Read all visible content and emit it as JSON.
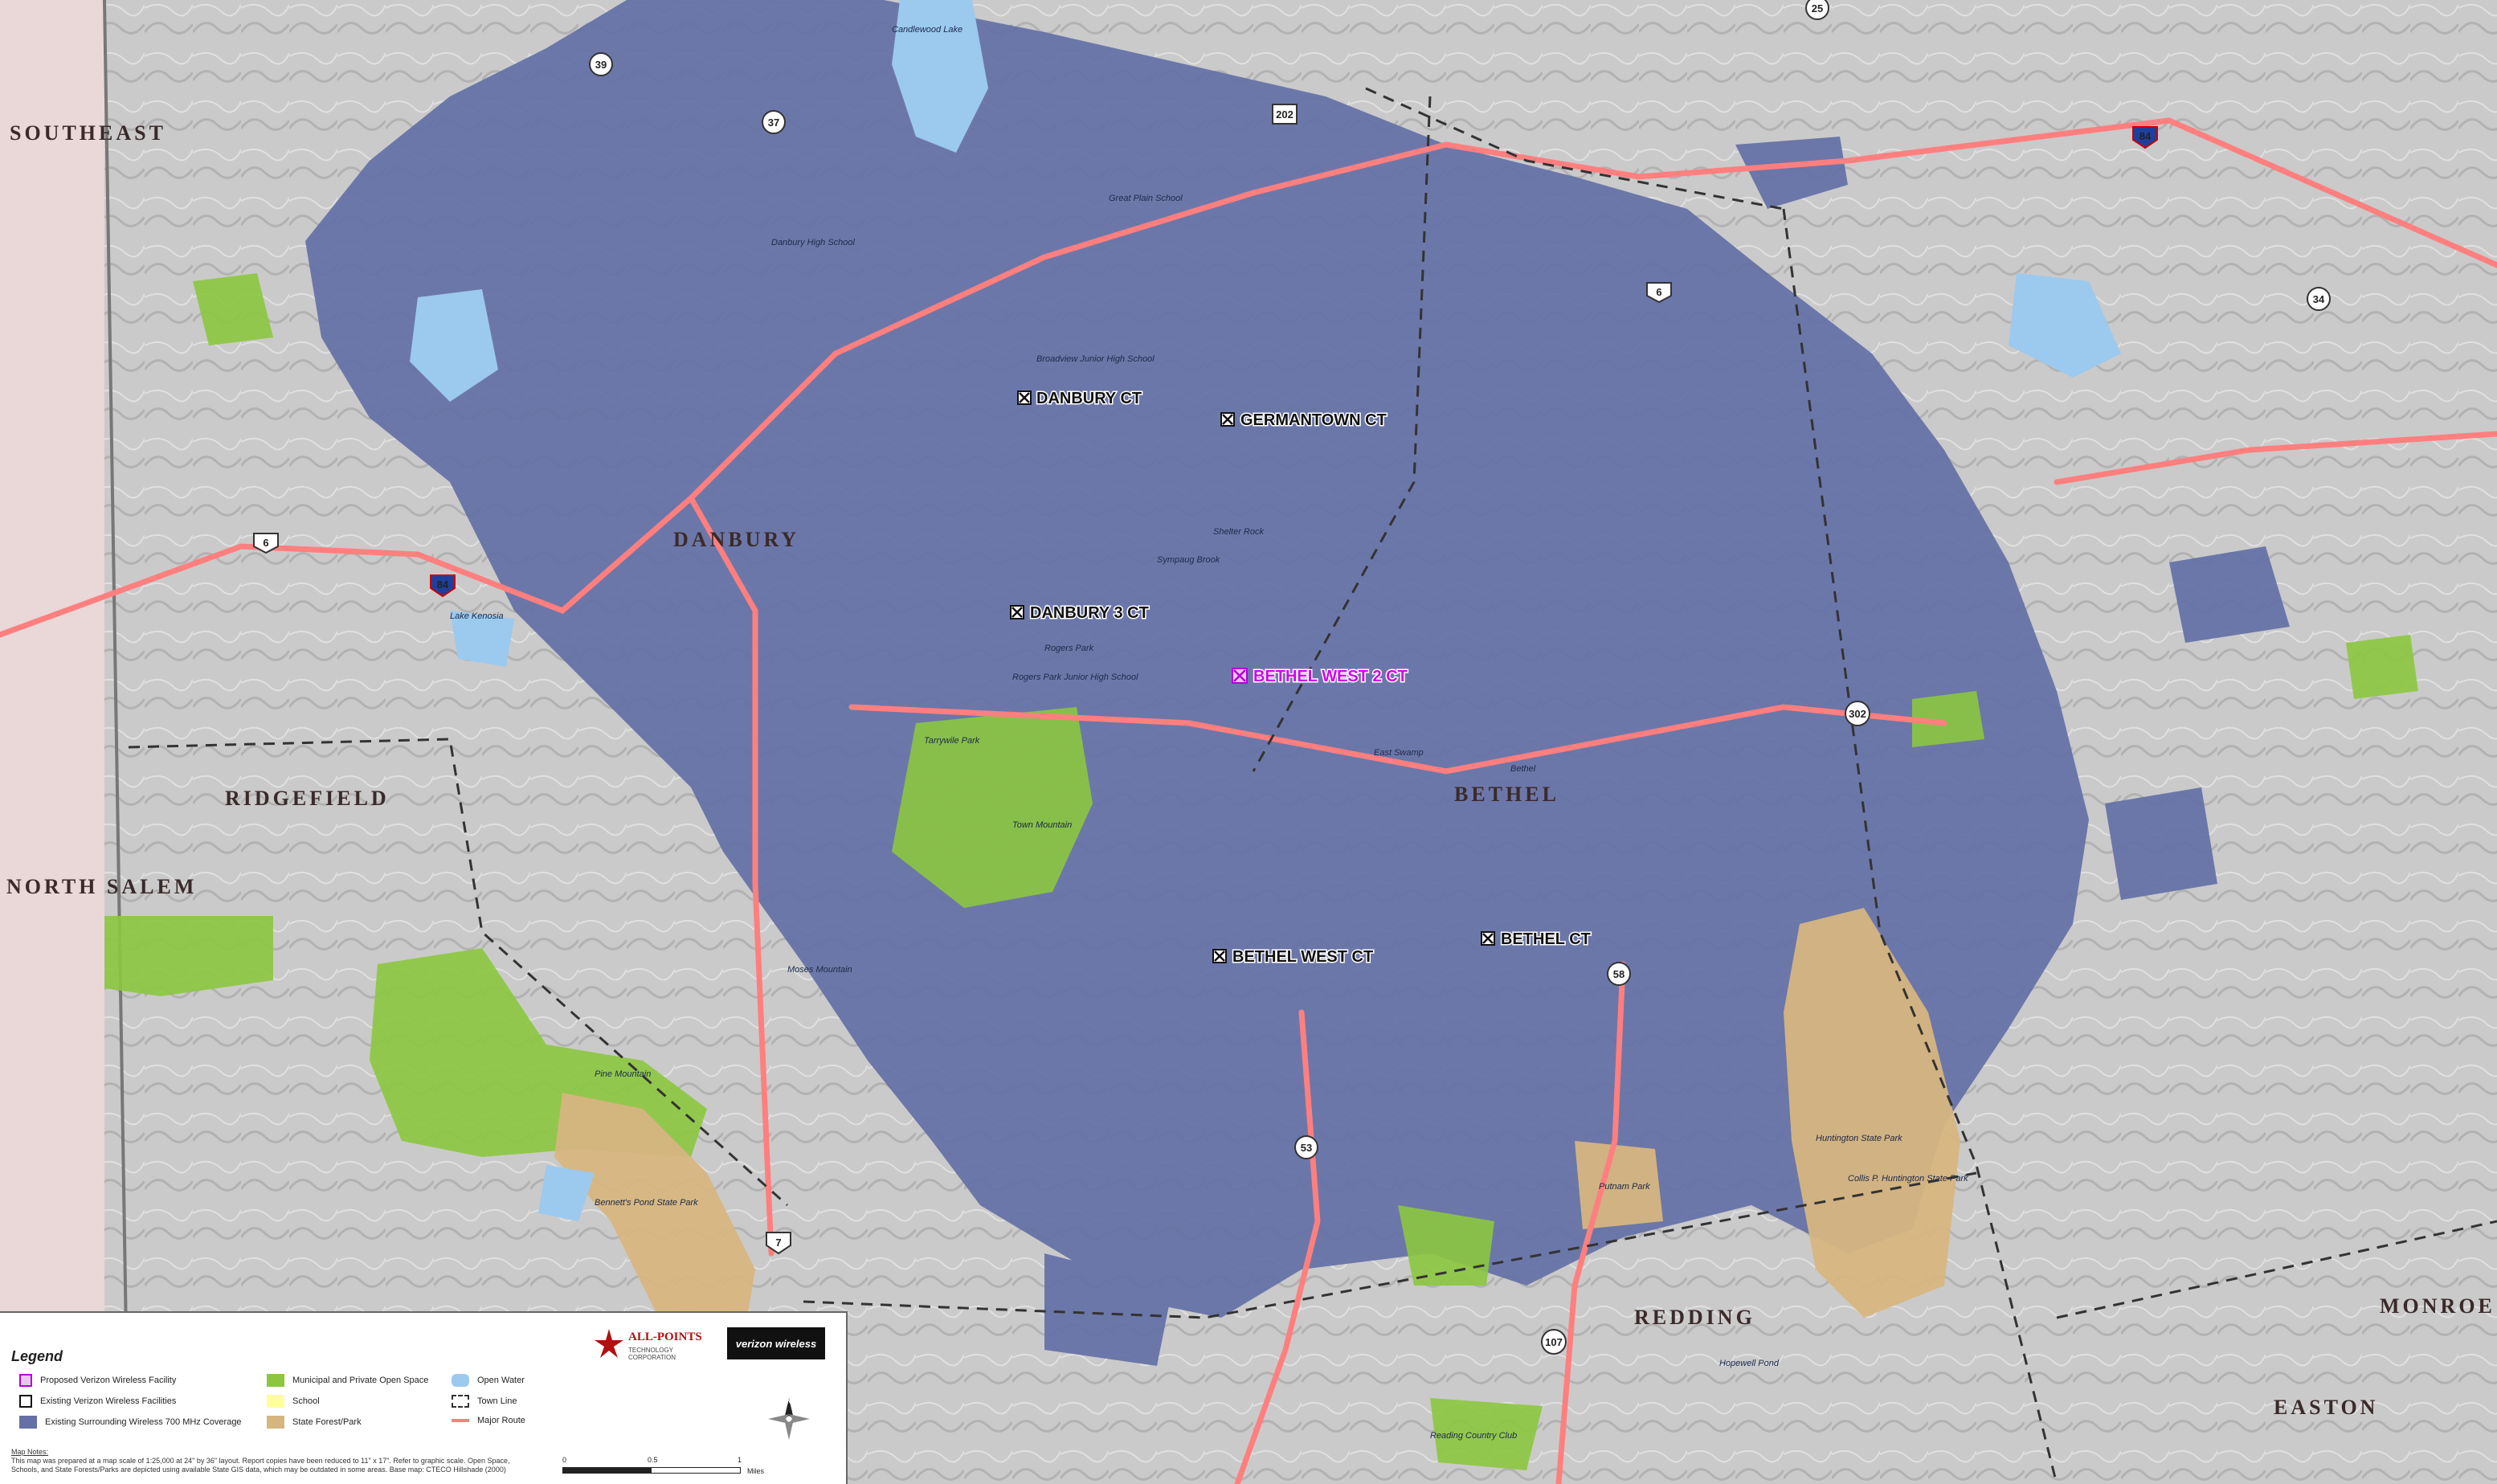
{
  "colors": {
    "coverage": "#6470a6",
    "existing_site": "#111111",
    "proposed_site": "#b400d4",
    "open_space": "#8cc63f",
    "school": "#ffff99",
    "state_forest": "#d7b57f",
    "water": "#9cc9ee",
    "major_route": "#ff7f7f",
    "town_line": "#333333"
  },
  "towns": [
    "SOUTHEAST",
    "DANBURY",
    "RIDGEFIELD",
    "NORTH SALEM",
    "BETHEL",
    "REDDING",
    "MONROE",
    "EASTON"
  ],
  "sites": {
    "proposed": [
      {
        "label": "BETHEL WEST 2 CT"
      }
    ],
    "existing": [
      {
        "label": "DANBURY CT"
      },
      {
        "label": "GERMANTOWN CT"
      },
      {
        "label": "DANBURY 3 CT"
      },
      {
        "label": "BETHEL WEST CT"
      },
      {
        "label": "BETHEL CT"
      }
    ]
  },
  "route_shields": [
    "39",
    "37",
    "202",
    "25",
    "84",
    "6",
    "34",
    "6",
    "84",
    "302",
    "58",
    "53",
    "107",
    "7"
  ],
  "place_labels": [
    "Danbury High School",
    "Broadview Junior High School",
    "Rogers Park",
    "Rogers Park Junior High School",
    "Tarrywile Park",
    "Town Mountain",
    "Moses Mountain",
    "Pine Mountain",
    "Huntington State Park",
    "Bennett's Pond State Park",
    "Bethel",
    "Lake Kenosia",
    "Candlewood Lake",
    "Great Plain School",
    "Shelter Rock",
    "East Swamp",
    "Sympaug Brook",
    "Reading Country Club",
    "Putnam Park",
    "Collis P. Huntington State Park",
    "Hopewell Pond"
  ],
  "legend": {
    "title": "Legend",
    "items": [
      {
        "label": "Proposed Verizon Wireless Facility",
        "icon": "proposed-site-icon"
      },
      {
        "label": "Existing Verizon Wireless Facilities",
        "icon": "existing-site-icon"
      },
      {
        "label": "Existing Surrounding Wireless 700 MHz Coverage",
        "icon": "coverage-swatch"
      },
      {
        "label": "Municipal and Private Open Space",
        "icon": "open-space-swatch"
      },
      {
        "label": "School",
        "icon": "school-swatch"
      },
      {
        "label": "State Forest/Park",
        "icon": "state-forest-swatch"
      },
      {
        "label": "Open Water",
        "icon": "water-swatch"
      },
      {
        "label": "Town Line",
        "icon": "town-line-swatch"
      },
      {
        "label": "Major Route",
        "icon": "major-route-swatch"
      }
    ],
    "notes_heading": "Map Notes:",
    "notes": "This map was prepared at a map scale of 1:25,000 at 24\" by 36\" layout. Report copies have been reduced to 11\" x 17\". Refer to graphic scale. Open Space, Schools, and State Forests/Parks are depicted using available State GIS data, which may be outdated in some areas. Base map: CTECO Hillshade (2000)",
    "company_name": "ALL-POINTS",
    "company_sub": "TECHNOLOGY CORPORATION",
    "carrier": "verizon wireless",
    "north": "N",
    "scale": {
      "ticks": [
        "0",
        "0.5",
        "1"
      ],
      "unit": "Miles"
    }
  }
}
